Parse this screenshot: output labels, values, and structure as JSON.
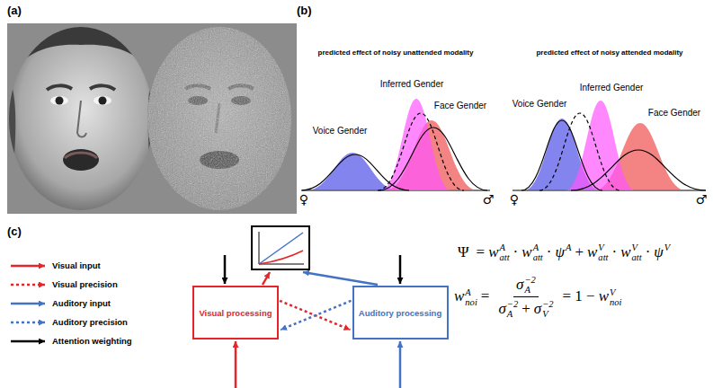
{
  "diagram": {
    "nodes": [
      {
        "text": [
          "Visual processing"
        ]
      },
      {
        "text": [
          "Auditory processing"
        ]
      }
    ],
    "edges": [
      {
        "from": 0,
        "to": 1,
        "arrow": "to"
      },
      {
        "from": 1,
        "to": 0,
        "arrow": "to"
      }
    ],
    "labels": [
      "(a)",
      "(b)",
      "predicted effect of noisy unattended modality",
      "predicted effect of noisy attended modality",
      "Inferred Gender",
      "Voice Gender",
      "Face Gender",
      "♀",
      "♂",
      "Inferred Gender",
      "Voice Gender",
      "Face Gender",
      "♀",
      "♂",
      "(c)",
      "Ψ",
      "=",
      "w",
      "A",
      "att",
      "·",
      "w",
      "A",
      "att",
      "·",
      "ψ",
      "A",
      "+",
      "w",
      "V",
      "att",
      "·",
      "w",
      "V",
      "att",
      "·",
      "ψ",
      "V",
      "w",
      "A",
      "noi",
      "=",
      "σ",
      "A",
      "−2",
      "σ",
      "A",
      "−2",
      "+",
      "σ",
      "V",
      "−2",
      "= 1 −",
      "w",
      "V",
      "noi"
    ],
    "legend": [
      {
        "text": "Visual input"
      },
      {
        "text": "Visual precision"
      },
      {
        "text": "Auditory input"
      },
      {
        "text": "Auditory precision"
      },
      {
        "text": "Attention weighting"
      }
    ]
  }
}
